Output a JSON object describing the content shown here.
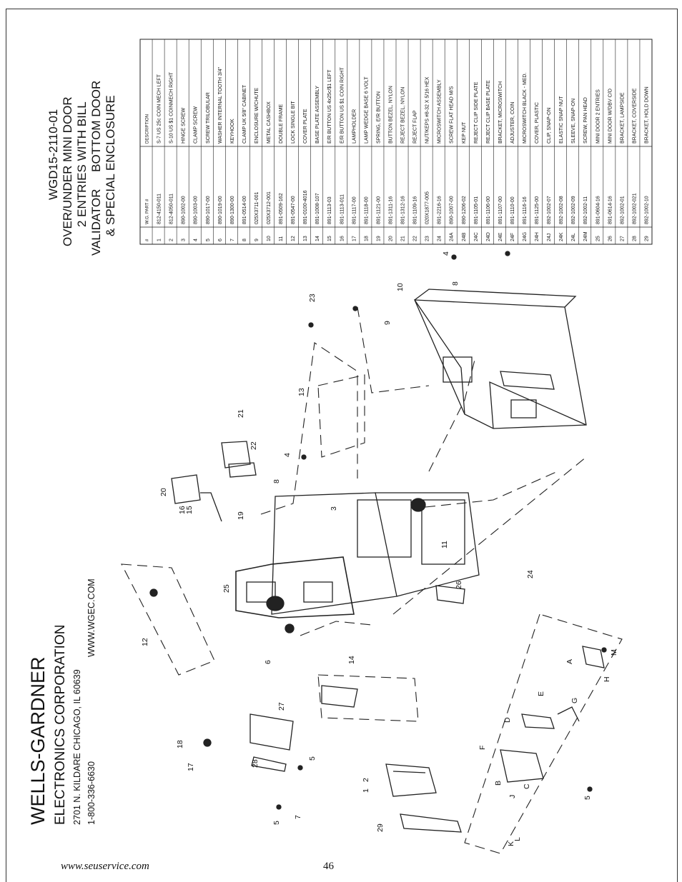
{
  "company": {
    "name": "WELLS-GARDNER",
    "subname": "ELECTRONICS CORPORATION",
    "address": "2701 N. KILDARE   CHICAGO, IL 60639",
    "phone": "1-800-336-6630",
    "web": "WWW.WGEC.COM"
  },
  "title": {
    "line1": "WGD15-2110-01",
    "line2": "OVER/UNDER MINI DOOR",
    "line3": "2 ENTRIES WITH BILL",
    "line4": "VALIDATOR     BOTTOM DOOR",
    "line5": "& SPECIAL ENCLOSURE"
  },
  "table": {
    "headers": [
      "#",
      "W.G. PART #",
      "DESCRIPTION"
    ],
    "rows": [
      [
        "1",
        "812-4150-011",
        "S-7 US 25c COIN MECH LEFT"
      ],
      [
        "2",
        "812-4050-011",
        "S-10 US $1 COINMECH RIGHT"
      ],
      [
        "3",
        "890-1002-00",
        "HINGE SCREW"
      ],
      [
        "4",
        "890-1003-00",
        "CLAMP SCREW"
      ],
      [
        "5",
        "890-1017-00",
        "SCREW TRILOBULAR"
      ],
      [
        "6",
        "890-1019-00",
        "WASHER INTERNAL TOOTH 3/4\""
      ],
      [
        "7",
        "890-1300-00",
        "KEYHOOK"
      ],
      [
        "8",
        "891-0514-00",
        "CLAMP UK 5/8\" CABINET"
      ],
      [
        "9",
        "025X3711-001",
        "ENCLOSURE W/CHUTE"
      ],
      [
        "10",
        "025X3712-001",
        "METAL CASHBOX"
      ],
      [
        "11",
        "891-0509-162",
        "DOUBLE FRAME"
      ],
      [
        "12",
        "891-0547-00",
        "LOCK SINGLE BIT"
      ],
      [
        "13",
        "891-0100-4016",
        "COVER PLATE"
      ],
      [
        "14",
        "891-1008-107",
        "BASE PLATE ASSEMBLY"
      ],
      [
        "15",
        "891-1113-03",
        "E/R BUTTON US 4x25c/$1 LEFT"
      ],
      [
        "16",
        "891-1113-011",
        "E/R BUTTON US $1 COIN RIGHT"
      ],
      [
        "17",
        "891-1117-00",
        "LAMPHOLDER"
      ],
      [
        "18",
        "891-1118-00",
        "LAMP WEDGE BASE 6 VOLT"
      ],
      [
        "19",
        "891-1121-00",
        "SPRING, E/R BUTTON"
      ],
      [
        "20",
        "891-1311-16",
        "BUTTON BEZEL, NYLON"
      ],
      [
        "21",
        "891-1312-16",
        "REJECT BEZEL, NYLON"
      ],
      [
        "22",
        "891-1109-16",
        "REJECT FLAP"
      ],
      [
        "23",
        "020X1877-005",
        "NUT/KEPS #8-32 X 5/16 HEX"
      ],
      [
        "24",
        "891-2216-16",
        "MICROSWITCH ASSEMBLY"
      ],
      [
        "24A",
        "890-1007-00",
        "SCREW FLAT HEAD M/S"
      ],
      [
        "24B",
        "890-1206-02",
        "KEP NUT"
      ],
      [
        "24C",
        "891-1105-01",
        "REJECT CLIP SIDE PLATE"
      ],
      [
        "24D",
        "891-1106-00",
        "REJECT CLIP BASE PLATE"
      ],
      [
        "24E",
        "891-1107-00",
        "BRACKET, MICROSWITCH"
      ],
      [
        "24F",
        "891-1110-00",
        "ADJUSTER, COIN"
      ],
      [
        "24G",
        "891-1116-16",
        "MICROSWITCH BLACK - MED."
      ],
      [
        "24H",
        "891-1125-00",
        "COVER, PLASTIC"
      ],
      [
        "24J",
        "892-1002-07",
        "CLIP, SNAP-ON"
      ],
      [
        "24K",
        "892-1002-08",
        "ELASTIC SNAP NUT"
      ],
      [
        "24L",
        "892-1002-09",
        "SLEEVE, SNAP-ON"
      ],
      [
        "24M",
        "892-1002-11",
        "SCREW, PAN HEAD"
      ],
      [
        "25",
        "891-0604-16",
        "MINI DOOR 2 ENTRIES"
      ],
      [
        "26",
        "891-0614-16",
        "MINI DOOR W/DBV C/O"
      ],
      [
        "27",
        "892-1002-01",
        "BRACKET, LAMPSIDE"
      ],
      [
        "28",
        "892-1002-021",
        "BRACKET, COVERSIDE"
      ],
      [
        "29",
        "892-1002-10",
        "BRACKET, HOLD DOWN"
      ]
    ]
  },
  "callouts": [
    "1",
    "2",
    "3",
    "4",
    "4",
    "5",
    "5",
    "5",
    "6",
    "7",
    "8",
    "8",
    "9",
    "10",
    "11",
    "12",
    "13",
    "14",
    "15",
    "16",
    "17",
    "18",
    "19",
    "20",
    "21",
    "22",
    "23",
    "24",
    "25",
    "26",
    "27",
    "28",
    "29",
    "A",
    "B",
    "C",
    "D",
    "E",
    "F",
    "G",
    "H",
    "J",
    "K",
    "L",
    "M"
  ],
  "footer": {
    "website": "www.seuservice.com",
    "page": "46"
  }
}
